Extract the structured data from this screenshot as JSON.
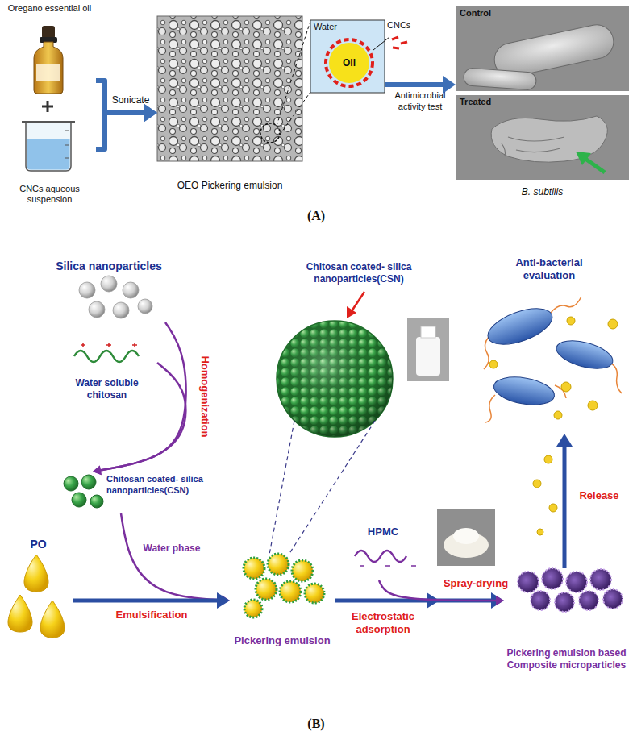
{
  "diagram": {
    "nodes": [
      {
        "text": [
          "Oregano essential oil"
        ]
      },
      {
        "text": [
          "CNCs aqueous suspension"
        ]
      },
      {
        "text": [
          "OEO Pickering emulsion"
        ]
      },
      {
        "text": [
          "Water",
          "CNCs"
        ]
      },
      {
        "text": [
          "Oil"
        ],
        "in": 3
      },
      {
        "text": [
          "B. subtilis"
        ]
      },
      {
        "text": [
          "Control"
        ],
        "in": 5
      },
      {
        "text": [
          "Treated"
        ],
        "in": 5
      },
      {
        "text": [
          "Silica nanoparticles"
        ]
      },
      {
        "text": [
          "Chitosan coated- silica nanoparticles(CSN)"
        ]
      },
      {
        "text": [
          "Anti-bacterial evaluation"
        ]
      },
      {
        "text": [
          "Water soluble chitosan"
        ]
      },
      {
        "text": [
          "Chitosan coated- silica nanoparticles(CSN)"
        ]
      },
      {
        "text": [
          "PO"
        ]
      },
      {
        "text": [
          "Pickering emulsion"
        ]
      },
      {
        "text": [
          "HPMC"
        ]
      },
      {
        "text": [
          "Pickering emulsion based Composite microparticles"
        ]
      }
    ],
    "edges": [
      {
        "from": 0,
        "to": 2,
        "arrow": "to",
        "label": "Sonicate"
      },
      {
        "from": 1,
        "to": 2,
        "arrow": "to"
      },
      {
        "from": 3,
        "to": 5,
        "arrow": "to",
        "label": "Antimicrobial activity test"
      },
      {
        "from": 8,
        "to": 12,
        "arrow": "to",
        "label": "Homogenization"
      },
      {
        "from": 11,
        "to": 12,
        "arrow": "to"
      },
      {
        "from": 12,
        "to": 14,
        "arrow": "to",
        "label": "Water phase"
      },
      {
        "from": 13,
        "to": 14,
        "arrow": "to",
        "label": "Emulsification"
      },
      {
        "from": 14,
        "to": 16,
        "arrow": "to",
        "label": "Electrostatic adsorption"
      },
      {
        "from": 15,
        "to": 16,
        "arrow": "to"
      },
      {
        "from": 16,
        "to": 10,
        "arrow": "to",
        "label": "Release"
      }
    ],
    "labels": [
      "(A)",
      "Spray-drying",
      "(B)"
    ]
  }
}
